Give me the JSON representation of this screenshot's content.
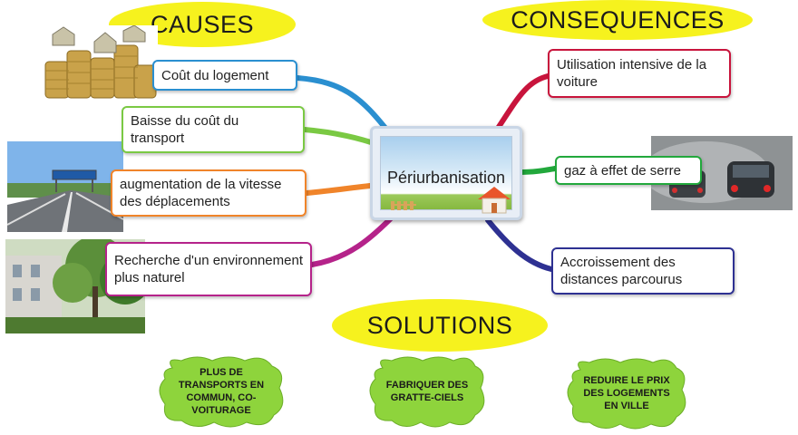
{
  "headings": {
    "causes": "CAUSES",
    "consequences": "CONSEQUENCES",
    "solutions": "SOLUTIONS"
  },
  "center": {
    "label": "Périurbanisation"
  },
  "causes": [
    {
      "label": "Coût du logement",
      "color": "#2a8fd0"
    },
    {
      "label": "Baisse du coût du transport",
      "color": "#7ac943"
    },
    {
      "label": "augmentation de la vitesse des déplacements",
      "color": "#f0842a"
    },
    {
      "label": "Recherche d'un environnement plus naturel",
      "color": "#b5238a"
    }
  ],
  "consequences": [
    {
      "label": "Utilisation intensive de la voiture",
      "color": "#c8143c"
    },
    {
      "label": "gaz à effet de serre",
      "color": "#22a83c"
    },
    {
      "label": "Accroissement des distances parcourus",
      "color": "#2e3192"
    }
  ],
  "solutions": [
    {
      "label": "PLUS DE TRANSPORTS EN COMMUN, CO-VOITURAGE"
    },
    {
      "label": "FABRIQUER DES GRATTE-CIELS"
    },
    {
      "label": "REDUIRE LE PRIX DES LOGEMENTS EN VILLE"
    }
  ],
  "colors": {
    "heading_fill": "#f6f21e",
    "solution_fill": "#8ed43c"
  },
  "icons": [
    "coins-photo",
    "highway-photo",
    "green-street-photo",
    "traffic-smog-photo",
    "house-icon"
  ]
}
